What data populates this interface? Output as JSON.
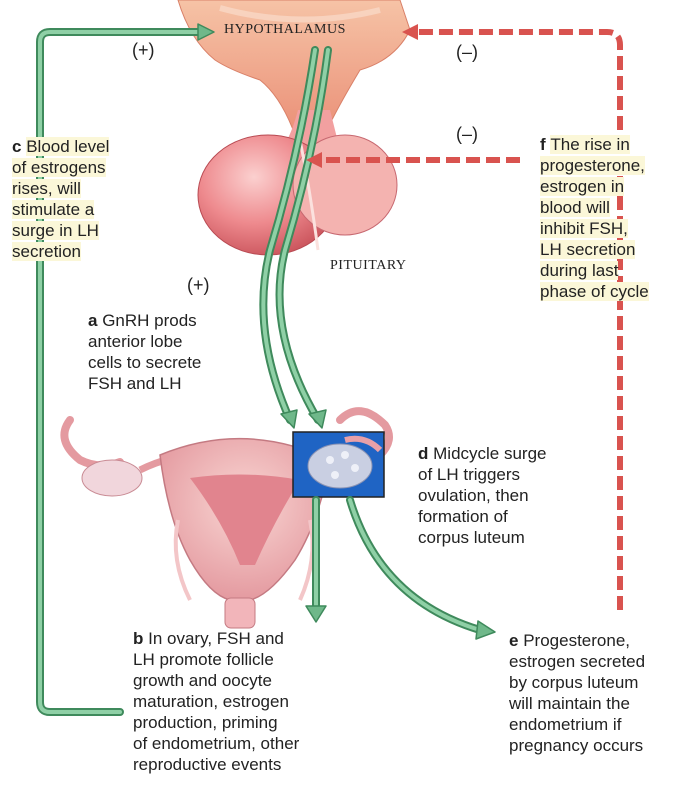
{
  "colors": {
    "stimulate_arrow": "#6fb88a",
    "stimulate_arrow_edge": "#3f8a5c",
    "inhibit_arrow": "#d9534f",
    "pituitary": "#e8737a",
    "hypothalamus": "#f2a98a",
    "ovary_inset": "#1f64c4"
  },
  "labels": {
    "hypothalamus": "HYPOTHALAMUS",
    "pituitary": "PITUITARY",
    "plus_top": "(+)",
    "plus_mid": "(+)",
    "minus_top": "(–)",
    "minus_mid": "(–)"
  },
  "steps": {
    "a": {
      "letter": "a",
      "lines": [
        "GnRH prods",
        "anterior lobe",
        "cells to secrete",
        "FSH and LH"
      ]
    },
    "b": {
      "letter": "b",
      "lines": [
        "In ovary, FSH and",
        "LH promote follicle",
        "growth and oocyte",
        "maturation, estrogen",
        "production, priming",
        "of endometrium, other",
        "reproductive events"
      ]
    },
    "c": {
      "letter": "c",
      "lines": [
        "Blood level",
        "of estrogens",
        "rises, will",
        "stimulate a",
        "surge in LH",
        "secretion"
      ]
    },
    "d": {
      "letter": "d",
      "lines": [
        "Midcycle surge",
        "of LH triggers",
        "ovulation, then",
        "formation of",
        "corpus luteum"
      ]
    },
    "e": {
      "letter": "e",
      "lines": [
        "Progesterone,",
        "estrogen secreted",
        "by corpus luteum",
        "will maintain the",
        "endometrium if",
        "pregnancy occurs"
      ]
    },
    "f": {
      "letter": "f",
      "lines": [
        "The rise in",
        "progesterone,",
        "estrogen in",
        "blood will",
        "inhibit FSH,",
        "LH secretion",
        "during last",
        "phase of cycle"
      ]
    }
  }
}
